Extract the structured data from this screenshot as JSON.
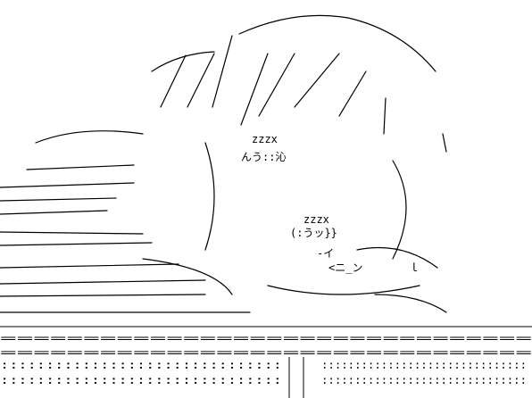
{
  "art": {
    "kind": "ascii-art",
    "colors": {
      "ink": "#000000",
      "background": "#ffffff"
    },
    "hair_tags": [
      "zzzx",
      "んう::沁",
      "zzzx"
    ],
    "face_marks": [
      "(:うッ}}",
      "-イ",
      "<ニ_ン",
      "ｌ"
    ],
    "desk_rule": "================================",
    "floor_dots": ":::::::::::::::::::::::::::::::"
  }
}
